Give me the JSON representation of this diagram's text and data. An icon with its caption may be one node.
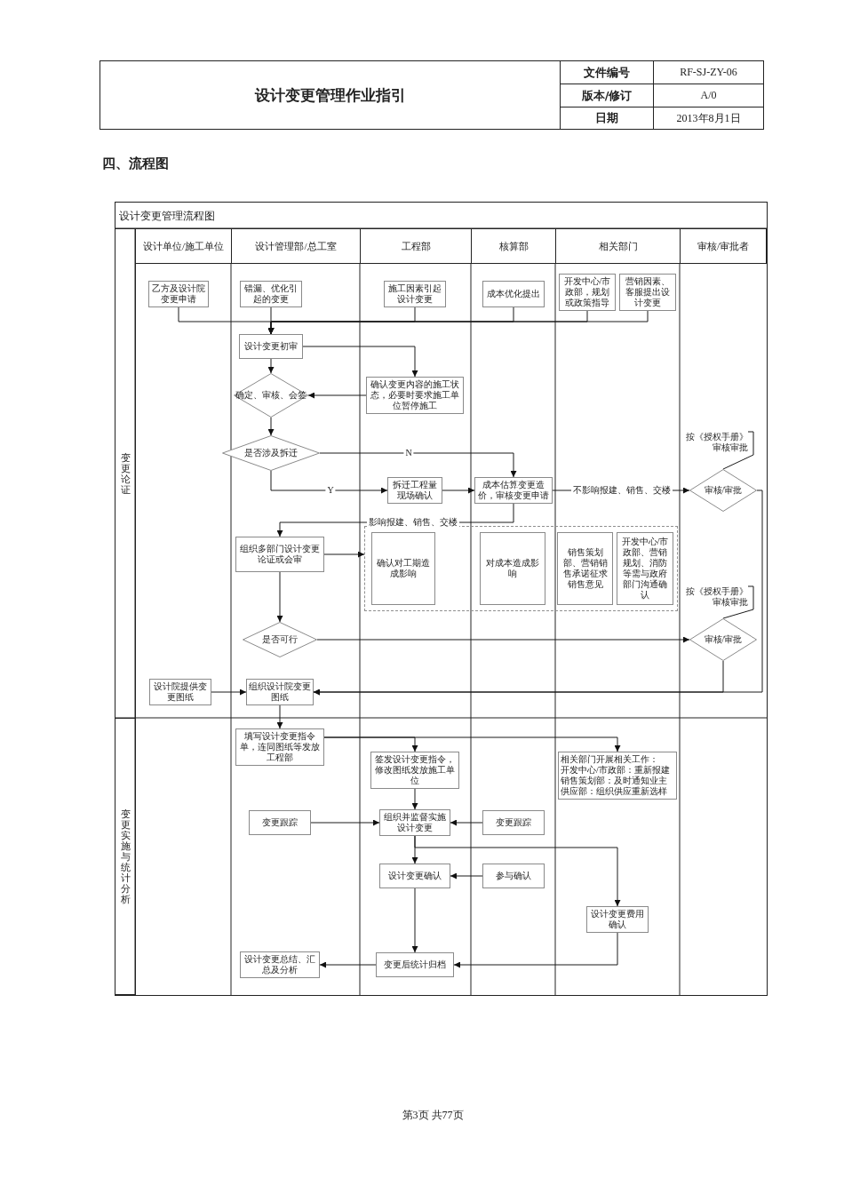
{
  "diagram": {
    "title": "设计变更管理作业指引",
    "nodes": [
      {
        "text": [
          "设计变更管理流程图"
        ]
      },
      {
        "text": [
          "设计单位/施工单位"
        ],
        "in": 0
      },
      {
        "text": [
          "设计管理部/总工室"
        ],
        "in": 0
      },
      {
        "text": [
          "工程部"
        ],
        "in": 0
      },
      {
        "text": [
          "核算部"
        ],
        "in": 0
      },
      {
        "text": [
          "相关部门"
        ],
        "in": 0
      },
      {
        "text": [
          "审核/审批者"
        ],
        "in": 0
      },
      {
        "text": [
          "变更论证"
        ],
        "in": 0
      },
      {
        "text": [
          "变更实施与统计分析"
        ],
        "in": 0
      },
      {
        "text": [
          "乙方及设计院变更申请"
        ],
        "in": 0
      },
      {
        "text": [
          "错漏、优化引起的变更"
        ],
        "in": 0
      },
      {
        "text": [
          "施工因素引起设计变更"
        ],
        "in": 0
      },
      {
        "text": [
          "成本优化提出"
        ],
        "in": 0
      },
      {
        "text": [
          "开发中心/市政部，规划或政策指导"
        ],
        "in": 0
      },
      {
        "text": [
          "营销因素、客服提出设计变更"
        ],
        "in": 0
      },
      {
        "text": [
          "设计变更初审"
        ],
        "in": 0
      },
      {
        "text": [
          "确定、审核、会签"
        ],
        "in": 0
      },
      {
        "text": [
          "确认变更内容的施工状态，必要时要求施工单位暂停施工"
        ],
        "in": 0
      },
      {
        "text": [
          "是否涉及拆迁"
        ],
        "in": 0
      },
      {
        "text": [
          "按《授权手册》审核审批"
        ],
        "in": 0
      },
      {
        "text": [
          "拆迁工程量现场确认"
        ],
        "in": 0
      },
      {
        "text": [
          "成本估算变更造价，审核变更申请"
        ],
        "in": 0
      },
      {
        "text": [
          "审核/审批"
        ],
        "in": 0
      },
      {
        "text": [
          "组织多部门设计变更论证或会审"
        ],
        "in": 0
      },
      {
        "text": [],
        "shape": "box",
        "in": 0
      },
      {
        "text": [
          "确认对工期造成影响"
        ],
        "in": 24
      },
      {
        "text": [
          "对成本造成影响"
        ],
        "in": 24
      },
      {
        "text": [
          "销售策划部、营销销售承诺征求销售意见"
        ],
        "in": 24
      },
      {
        "text": [
          "开发中心/市政部、营销规划、消防等需与政府部门沟通确认"
        ],
        "in": 24
      },
      {
        "text": [
          "按《授权手册》审核审批"
        ],
        "in": 0
      },
      {
        "text": [
          "是否可行"
        ],
        "in": 0
      },
      {
        "text": [
          "审核/审批"
        ],
        "in": 0
      },
      {
        "text": [
          "设计院提供变更图纸"
        ],
        "in": 0
      },
      {
        "text": [
          "组织设计院变更图纸"
        ],
        "in": 0
      },
      {
        "text": [
          "填写设计变更指令单，连同图纸等发放工程部"
        ],
        "in": 0
      },
      {
        "text": [
          "相关部门开展相关工作：",
          "开发中心/市政部：重新报建",
          "销售策划部：及时通知业主",
          "供应部：组织供应重新选样"
        ],
        "in": 0
      },
      {
        "text": [
          "签发设计变更指令，修改图纸发放施工单位"
        ],
        "in": 0
      },
      {
        "text": [
          "变更跟踪"
        ],
        "in": 0
      },
      {
        "text": [
          "组织并监督实施设计变更"
        ],
        "in": 0
      },
      {
        "text": [
          "变更跟踪"
        ],
        "in": 0
      },
      {
        "text": [
          "设计变更确认"
        ],
        "in": 0
      },
      {
        "text": [
          "参与确认"
        ],
        "in": 0
      },
      {
        "text": [
          "设计变更费用确认"
        ],
        "in": 0
      },
      {
        "text": [
          "设计变更总结、汇总及分析"
        ],
        "in": 0
      },
      {
        "text": [
          "变更后统计归档"
        ],
        "in": 0
      }
    ],
    "edges": [
      {
        "from": 9,
        "to": 15,
        "arrow": "to"
      },
      {
        "from": 10,
        "to": 15,
        "arrow": "to"
      },
      {
        "from": 11,
        "to": 15,
        "arrow": "to"
      },
      {
        "from": 12,
        "to": 15,
        "arrow": "to"
      },
      {
        "from": 13,
        "to": 15,
        "arrow": "to"
      },
      {
        "from": 14,
        "to": 15,
        "arrow": "to"
      },
      {
        "from": 15,
        "to": 16,
        "arrow": "to"
      },
      {
        "from": 15,
        "to": 17,
        "arrow": "to"
      },
      {
        "from": 17,
        "to": 16,
        "arrow": "to"
      },
      {
        "from": 16,
        "to": 18,
        "arrow": "to"
      },
      {
        "from": 18,
        "to": 21,
        "arrow": "to",
        "label": "N"
      },
      {
        "from": 18,
        "to": 20,
        "arrow": "to",
        "label": "Y"
      },
      {
        "from": 20,
        "to": 21,
        "arrow": "to"
      },
      {
        "from": 19,
        "to": 22,
        "arrow": "none"
      },
      {
        "from": 21,
        "to": 22,
        "arrow": "to",
        "label": "不影响报建、销售、交楼"
      },
      {
        "from": 21,
        "to": 23,
        "arrow": "to",
        "label": "影响报建、销售、交楼"
      },
      {
        "from": 23,
        "to": 24,
        "arrow": "to"
      },
      {
        "from": 23,
        "to": 30,
        "arrow": "to"
      },
      {
        "from": 29,
        "to": 31,
        "arrow": "none"
      },
      {
        "from": 30,
        "to": 31,
        "arrow": "to"
      },
      {
        "from": 22,
        "to": 33,
        "arrow": "to"
      },
      {
        "from": 31,
        "to": 33,
        "arrow": "to"
      },
      {
        "from": 32,
        "to": 33,
        "arrow": "to"
      },
      {
        "from": 33,
        "to": 34,
        "arrow": "to"
      },
      {
        "from": 34,
        "to": 36,
        "arrow": "to"
      },
      {
        "from": 34,
        "to": 35,
        "arrow": "to"
      },
      {
        "from": 36,
        "to": 38,
        "arrow": "to"
      },
      {
        "from": 37,
        "to": 38,
        "arrow": "to"
      },
      {
        "from": 39,
        "to": 38,
        "arrow": "to"
      },
      {
        "from": 38,
        "to": 40,
        "arrow": "to"
      },
      {
        "from": 38,
        "to": 42,
        "arrow": "to"
      },
      {
        "from": 41,
        "to": 40,
        "arrow": "to"
      },
      {
        "from": 40,
        "to": 44,
        "arrow": "to"
      },
      {
        "from": 42,
        "to": 44,
        "arrow": "to"
      },
      {
        "from": 44,
        "to": 43,
        "arrow": "to"
      }
    ],
    "labels": [
      "文件编号",
      "RF-SJ-ZY-06",
      "版本/修订",
      "A/0",
      "日期",
      "2013年8月1日",
      "四、流程图",
      "第3页 共77页"
    ]
  }
}
